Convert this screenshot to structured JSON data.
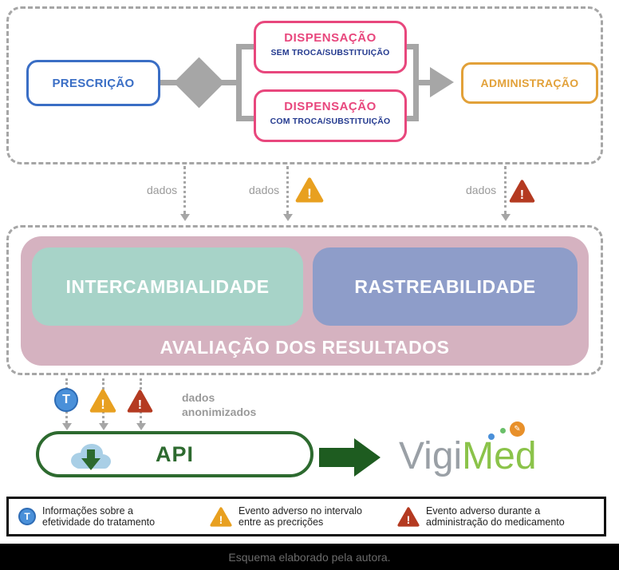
{
  "colors": {
    "blue": "#3a6ec5",
    "pink": "#e8477d",
    "navy": "#243a8f",
    "orange": "#e2a139",
    "gray": "#a6a6a6",
    "grayText": "#9a9a9a",
    "dustyPink": "#d5b2c0",
    "teal": "#a7d3c8",
    "periwinkle": "#8e9dc9",
    "greenDark": "#2d6a2f",
    "arrowGreen": "#1e5c20",
    "vigiGray": "#9aa0a6",
    "vigiGreen": "#8bc34a",
    "warnOrange": "#e8a020",
    "warnRed": "#b43a21",
    "infoBlue": "#4a90d9",
    "cloudBlue": "#a9cfe6"
  },
  "flow": {
    "prescricao": "PRESCRIÇÃO",
    "dispensacao_sem_title": "DISPENSAÇÃO",
    "dispensacao_sem_subtitle": "SEM TROCA/SUBSTITUIÇÃO",
    "dispensacao_com_title": "DISPENSAÇÃO",
    "dispensacao_com_subtitle": "COM TROCA/SUBSTITUIÇÃO",
    "administracao": "ADMINISTRAÇÃO",
    "dados_label_1": "dados",
    "dados_label_2": "dados",
    "dados_label_3": "dados"
  },
  "results": {
    "intercambialidade": "INTERCAMBIALIDADE",
    "rastreabilidade": "RASTREABILIDADE",
    "avaliacao": "AVALIAÇÃO DOS RESULTADOS"
  },
  "api_section": {
    "dados_anonimizados": "dados anonimizados",
    "api_label": "API",
    "vigimed_part1": "Vigi",
    "vigimed_part2": "Med"
  },
  "icons": {
    "t_glyph": "T",
    "warning_glyph": "!",
    "pencil_glyph": "✎"
  },
  "legend": {
    "items": [
      {
        "icon": "t-circle-icon",
        "text": "Informações sobre a efetividade do tratamento"
      },
      {
        "icon": "warning-orange-icon",
        "text": "Evento adverso no intervalo entre as precrições"
      },
      {
        "icon": "warning-red-icon",
        "text": "Evento adverso durante a administração do medicamento"
      }
    ]
  },
  "caption": "Esquema elaborado pela autora."
}
